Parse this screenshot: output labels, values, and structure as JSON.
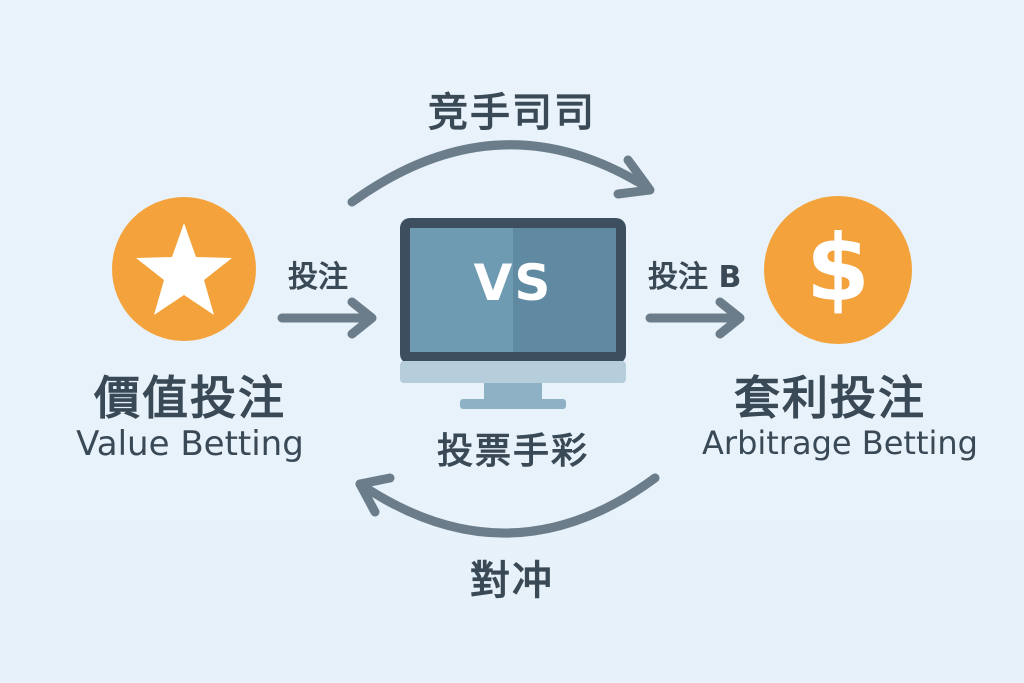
{
  "top_label": "竞手司司",
  "bottom_label": "對冲",
  "left": {
    "title_cn": "價值投注",
    "title_en": "Value Betting",
    "arrow_label": "投注",
    "icon": "star-icon"
  },
  "center": {
    "screen_text": "VS",
    "caption": "投票手彩",
    "icon": "monitor-icon"
  },
  "right": {
    "title_cn": "套利投注",
    "title_en": "Arbitrage Betting",
    "arrow_label": "投注 B",
    "icon": "dollar-icon"
  },
  "colors": {
    "accent": "#f4a23c",
    "arrow": "#6b7d8a",
    "text": "#3a4956",
    "screen_left": "#6e9bb2",
    "screen_right": "#5f8aa2",
    "monitor_frame": "#3d4f5f",
    "stand": "#8fb1c6"
  }
}
